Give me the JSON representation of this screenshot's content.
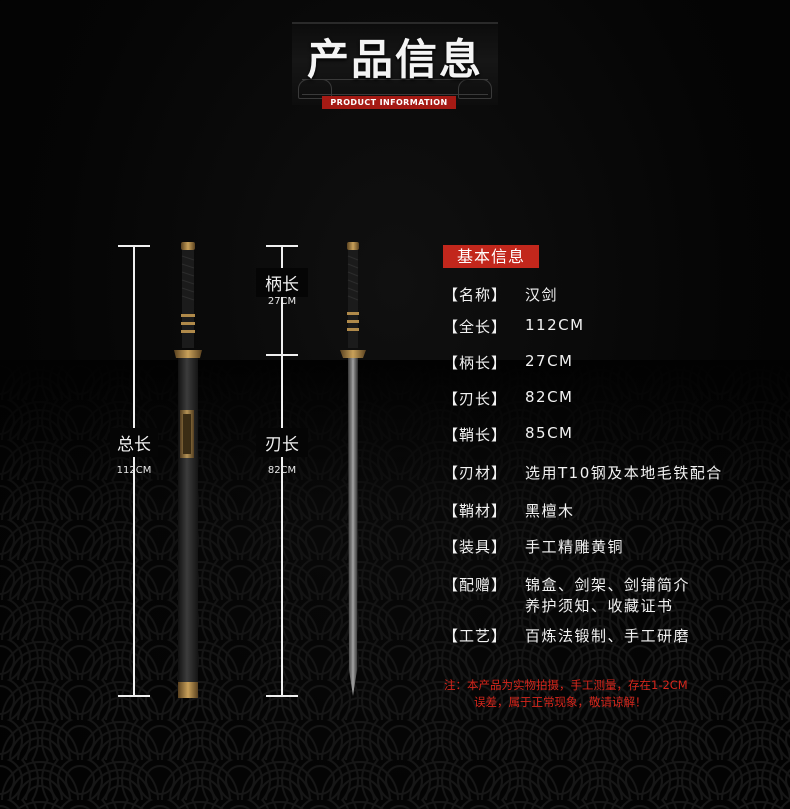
{
  "header": {
    "title": "产品信息",
    "subtitle": "PRODUCT INFORMATION"
  },
  "measurements": {
    "total_label": "总长",
    "total_value": "112CM",
    "handle_label": "柄长",
    "handle_value": "27CM",
    "blade_label": "刃长",
    "blade_value": "82CM"
  },
  "info": {
    "heading": "基本信息",
    "rows": [
      {
        "key": "【名称】",
        "value": "汉剑"
      },
      {
        "key": "【全长】",
        "value": "112CM"
      },
      {
        "key": "【柄长】",
        "value": "27CM"
      },
      {
        "key": "【刃长】",
        "value": "82CM"
      },
      {
        "key": "【鞘长】",
        "value": "85CM"
      },
      {
        "key": "【刃材】",
        "value": "选用T10钢及本地毛铁配合"
      },
      {
        "key": "【鞘材】",
        "value": "黑檀木"
      },
      {
        "key": "【装具】",
        "value": "手工精雕黄铜"
      },
      {
        "key": "【配赠】",
        "value": "锦盒、剑架、剑铺简介",
        "value2": "养护须知、收藏证书"
      },
      {
        "key": "【工艺】",
        "value": "百炼法锻制、手工研磨"
      }
    ]
  },
  "note": {
    "line1": "注：本产品为实物拍摄，手工测量，存在1-2CM",
    "line2": "误差，属于正常现象，敬请谅解！"
  },
  "colors": {
    "background": "#020202",
    "accent_red": "#c2271c",
    "note_red": "#d5261c",
    "brass": "#b08a4a"
  }
}
